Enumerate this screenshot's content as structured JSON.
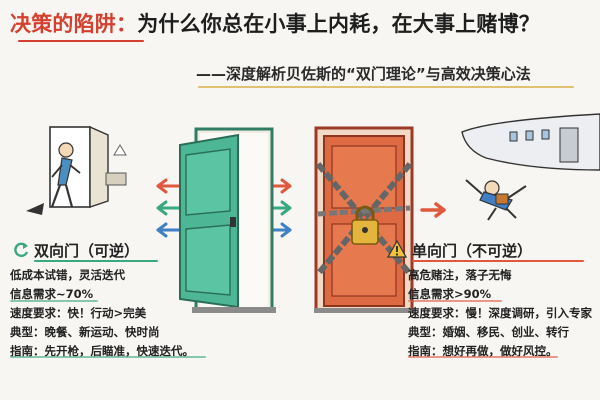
{
  "title": {
    "part1": "决策的陷阱：",
    "part2": "为什么你总在小事上内耗，在大事上赌博？"
  },
  "subtitle": "——深度解析贝佐斯的“双门理论”与高效决策心法",
  "left": {
    "heading": "双向门（可逆）",
    "lines": [
      "低成本试错，灵活迭代",
      "信息需求~70%",
      "速度要求：快！行动>完美",
      "典型：晚餐、新运动、快时尚",
      "指南：先开枪，后瞄准，快速迭代。"
    ]
  },
  "right": {
    "heading": "单向门（不可逆）",
    "lines": [
      "高危赌注，落子无悔",
      "信息需求>90%",
      "速度要求：慢！深度调研，引入专家",
      "典型：婚姻、移民、创业、转行",
      "指南：想好再做，做好风控。"
    ]
  },
  "colors": {
    "title_red": "#d4402f",
    "green": "#3aa882",
    "orange": "#e0583e",
    "blue": "#3f7fc4"
  }
}
